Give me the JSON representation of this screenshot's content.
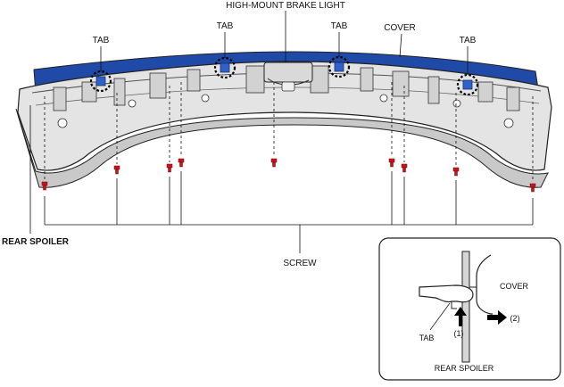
{
  "labels": {
    "tab": "TAB",
    "high_mount_brake_light": "HIGH-MOUNT BRAKE LIGHT",
    "cover": "COVER",
    "rear_spoiler": "REAR SPOILER",
    "screw": "SCREW"
  },
  "inset": {
    "cover": "COVER",
    "tab": "TAB",
    "step_1": "(1)",
    "step_2": "(2)",
    "rear_spoiler": "REAR SPOILER"
  },
  "colors": {
    "outline": "#222222",
    "spoiler_body": "#e4e4e4",
    "spoiler_shade": "#c9c9c9",
    "cover_blue": "#1f4aa8",
    "tab_blue": "#2f62c8",
    "screw_red": "#c8141e"
  }
}
